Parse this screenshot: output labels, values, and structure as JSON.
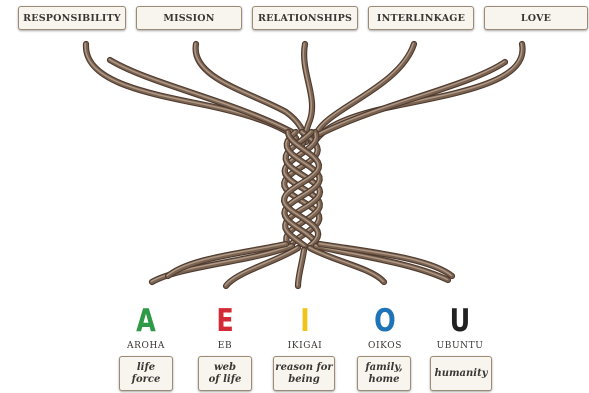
{
  "top_labels": [
    {
      "id": "responsibility",
      "text": "RESPONSIBILITY"
    },
    {
      "id": "mission",
      "text": "MISSION"
    },
    {
      "id": "relationships",
      "text": "RELATIONSHIPS"
    },
    {
      "id": "interlinkage",
      "text": "INTERLINKAGE"
    },
    {
      "id": "love",
      "text": "LOVE"
    }
  ],
  "roots": [
    {
      "id": "aroha",
      "letter": "A",
      "color": "#2e9a47",
      "word": "AROHA",
      "meaning": [
        "life",
        "force"
      ]
    },
    {
      "id": "eb",
      "letter": "E",
      "color": "#d42a35",
      "word": "EB",
      "meaning": [
        "web",
        "of life"
      ]
    },
    {
      "id": "ikigai",
      "letter": "I",
      "color": "#f0c419",
      "word": "IKIGAI",
      "meaning": [
        "reason for",
        "being"
      ]
    },
    {
      "id": "oikos",
      "letter": "O",
      "color": "#1f73b7",
      "word": "OIKOS",
      "meaning": [
        "family,",
        "home"
      ]
    },
    {
      "id": "ubuntu",
      "letter": "U",
      "color": "#222222",
      "word": "UBUNTU",
      "meaning": [
        "humanity"
      ]
    }
  ],
  "colors": {
    "strand_dark": "#4e3b2f",
    "strand_mid": "#7b6352",
    "strand_light": "#b09a87",
    "box_fill": "#f8f4ee",
    "box_border": "#9b8b76",
    "text": "#3a3633"
  }
}
